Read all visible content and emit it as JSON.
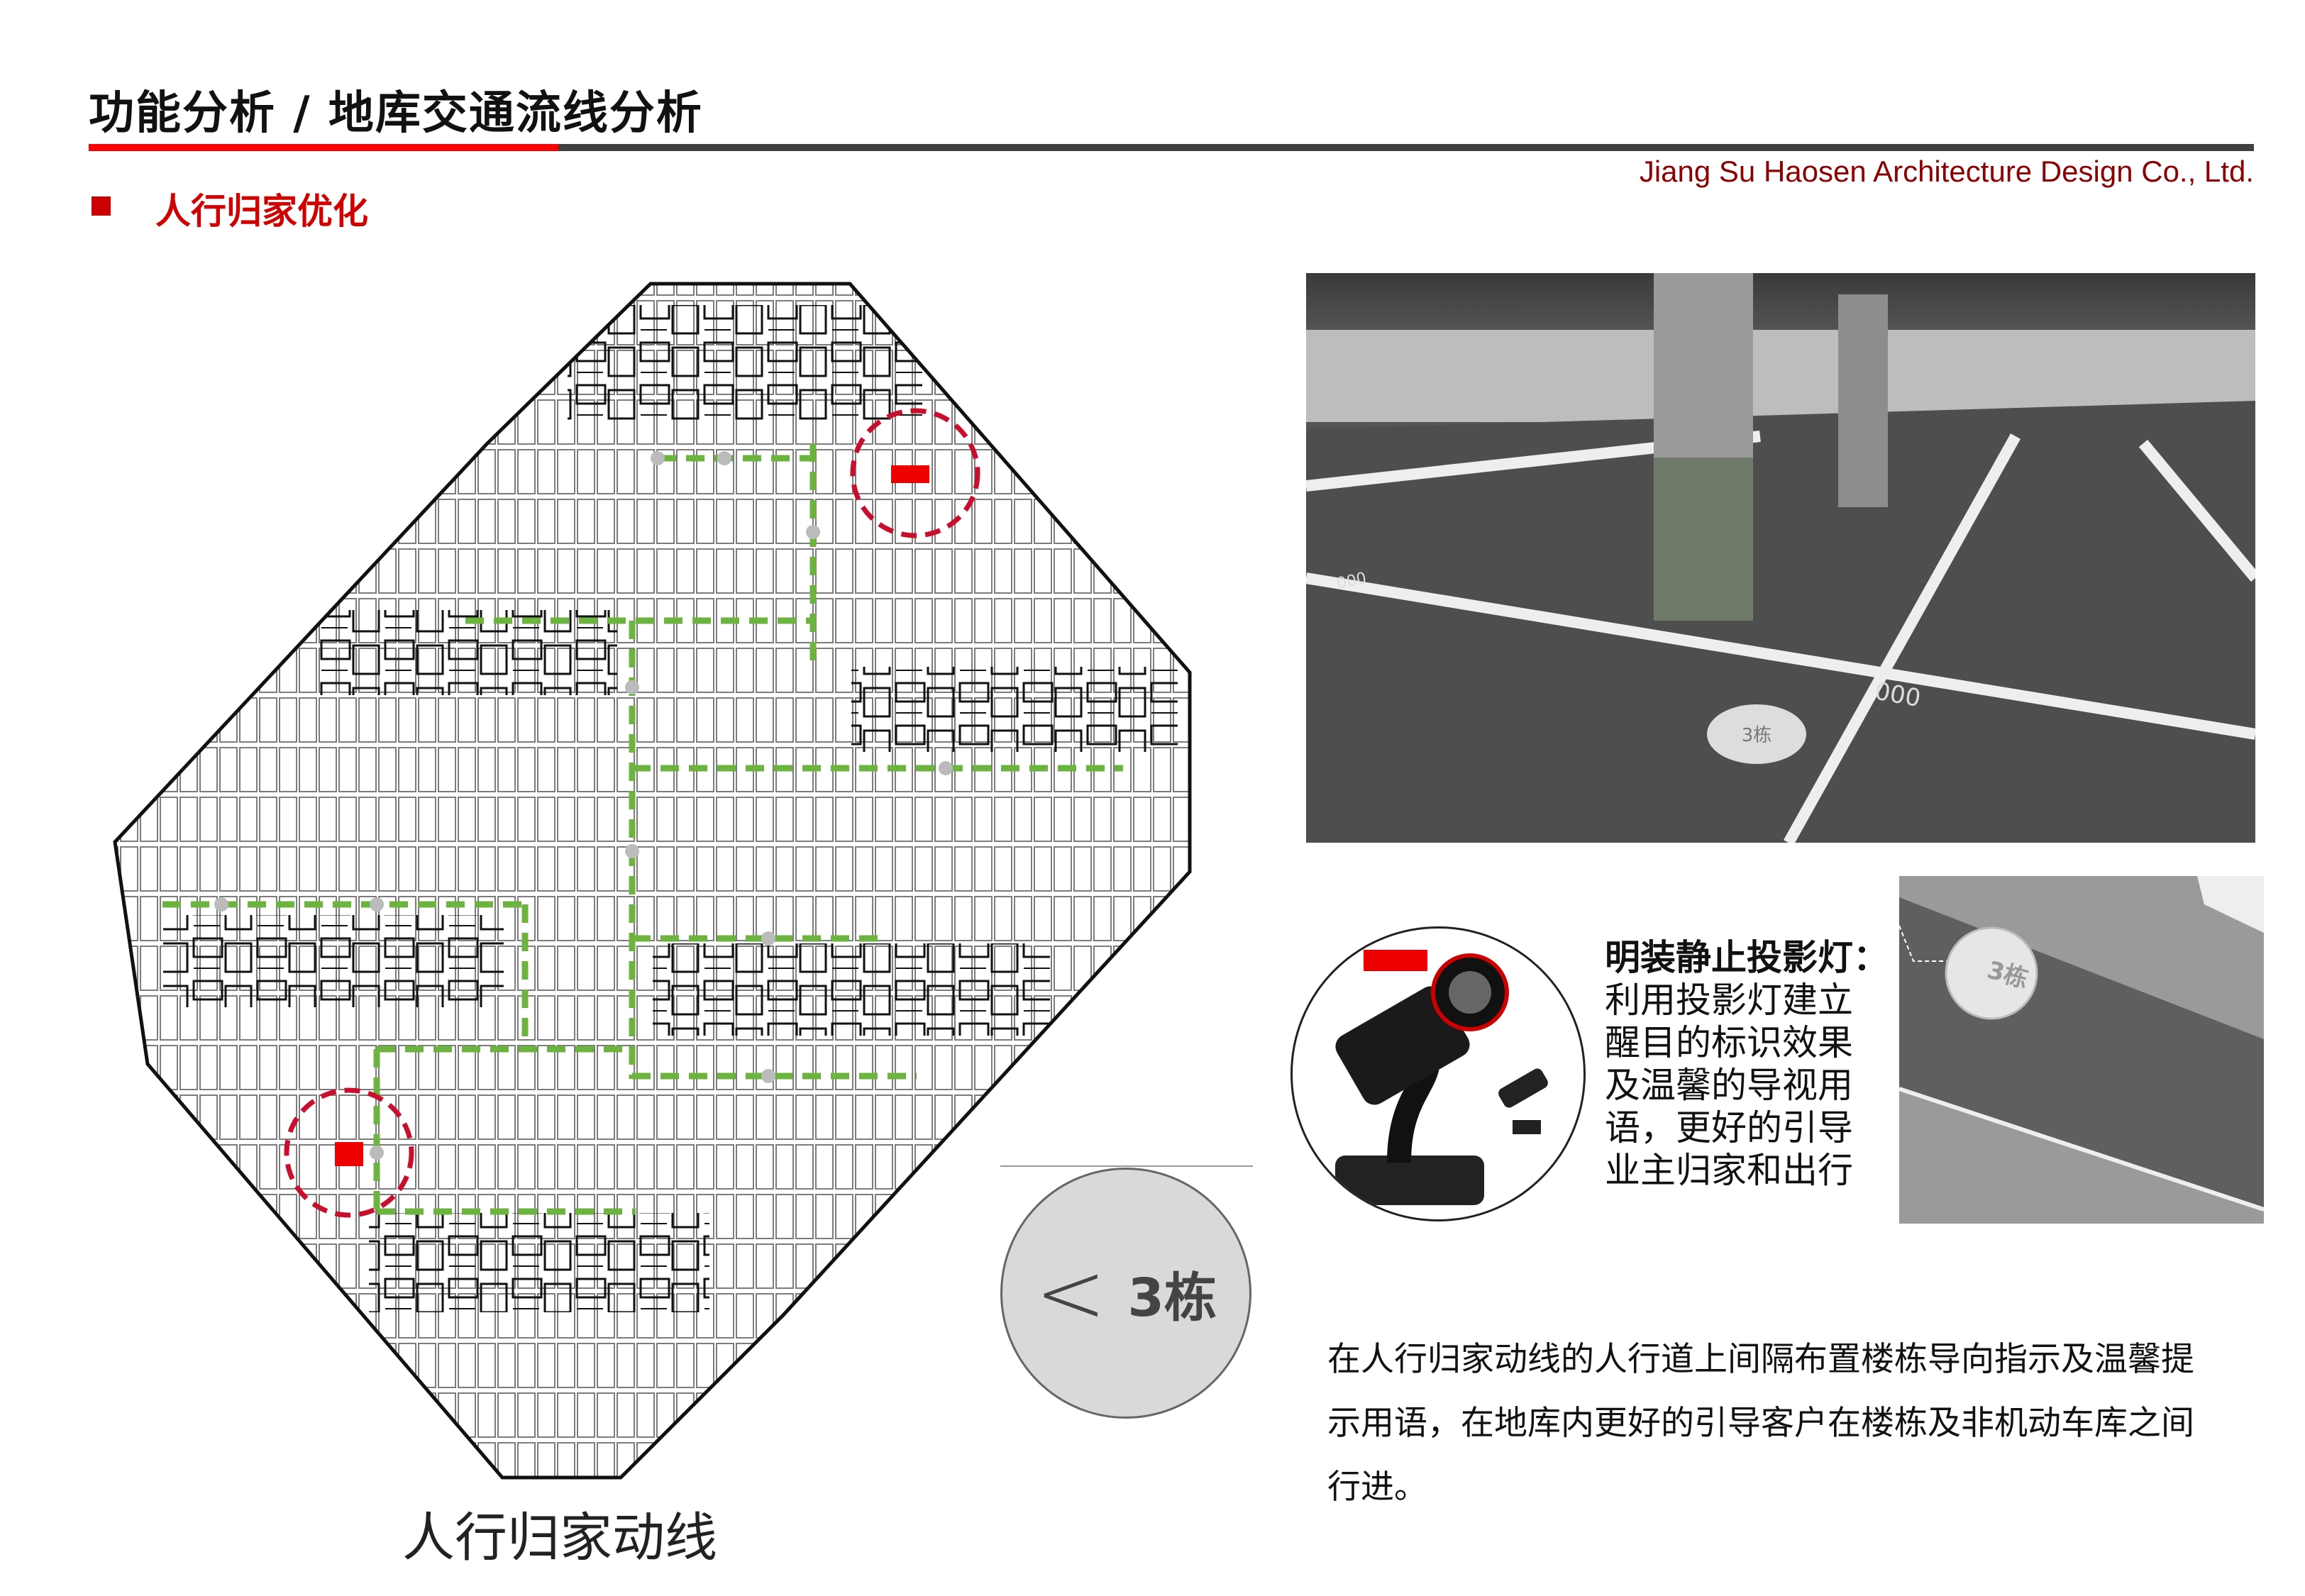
{
  "header": {
    "title": "功能分析 / 地库交通流线分析",
    "company": "Jiang Su Haosen Architecture Design Co., Ltd.",
    "section": "人行归家优化"
  },
  "plan": {
    "caption": "人行归家动线",
    "route_color": "#6db33f",
    "highlight_color": "#d0021b"
  },
  "photo_top": {
    "sign_text": "3栋",
    "stall_number": "000",
    "stall_number_left": "000"
  },
  "signage": {
    "arrow": "<",
    "building": "3栋"
  },
  "projector": {
    "title": "明装静止投影灯：",
    "lines": [
      "利用投影灯建立",
      "醒目的标识效果",
      "及温馨的导视用",
      "语，更好的引导",
      "业主归家和出行"
    ]
  },
  "photo_br": {
    "sign_text": "3栋"
  },
  "paragraph": "在人行归家动线的人行道上间隔布置楼栋导向指示及温馨提示用语，在地库内更好的引导客户在楼栋及非机动车库之间行进。"
}
